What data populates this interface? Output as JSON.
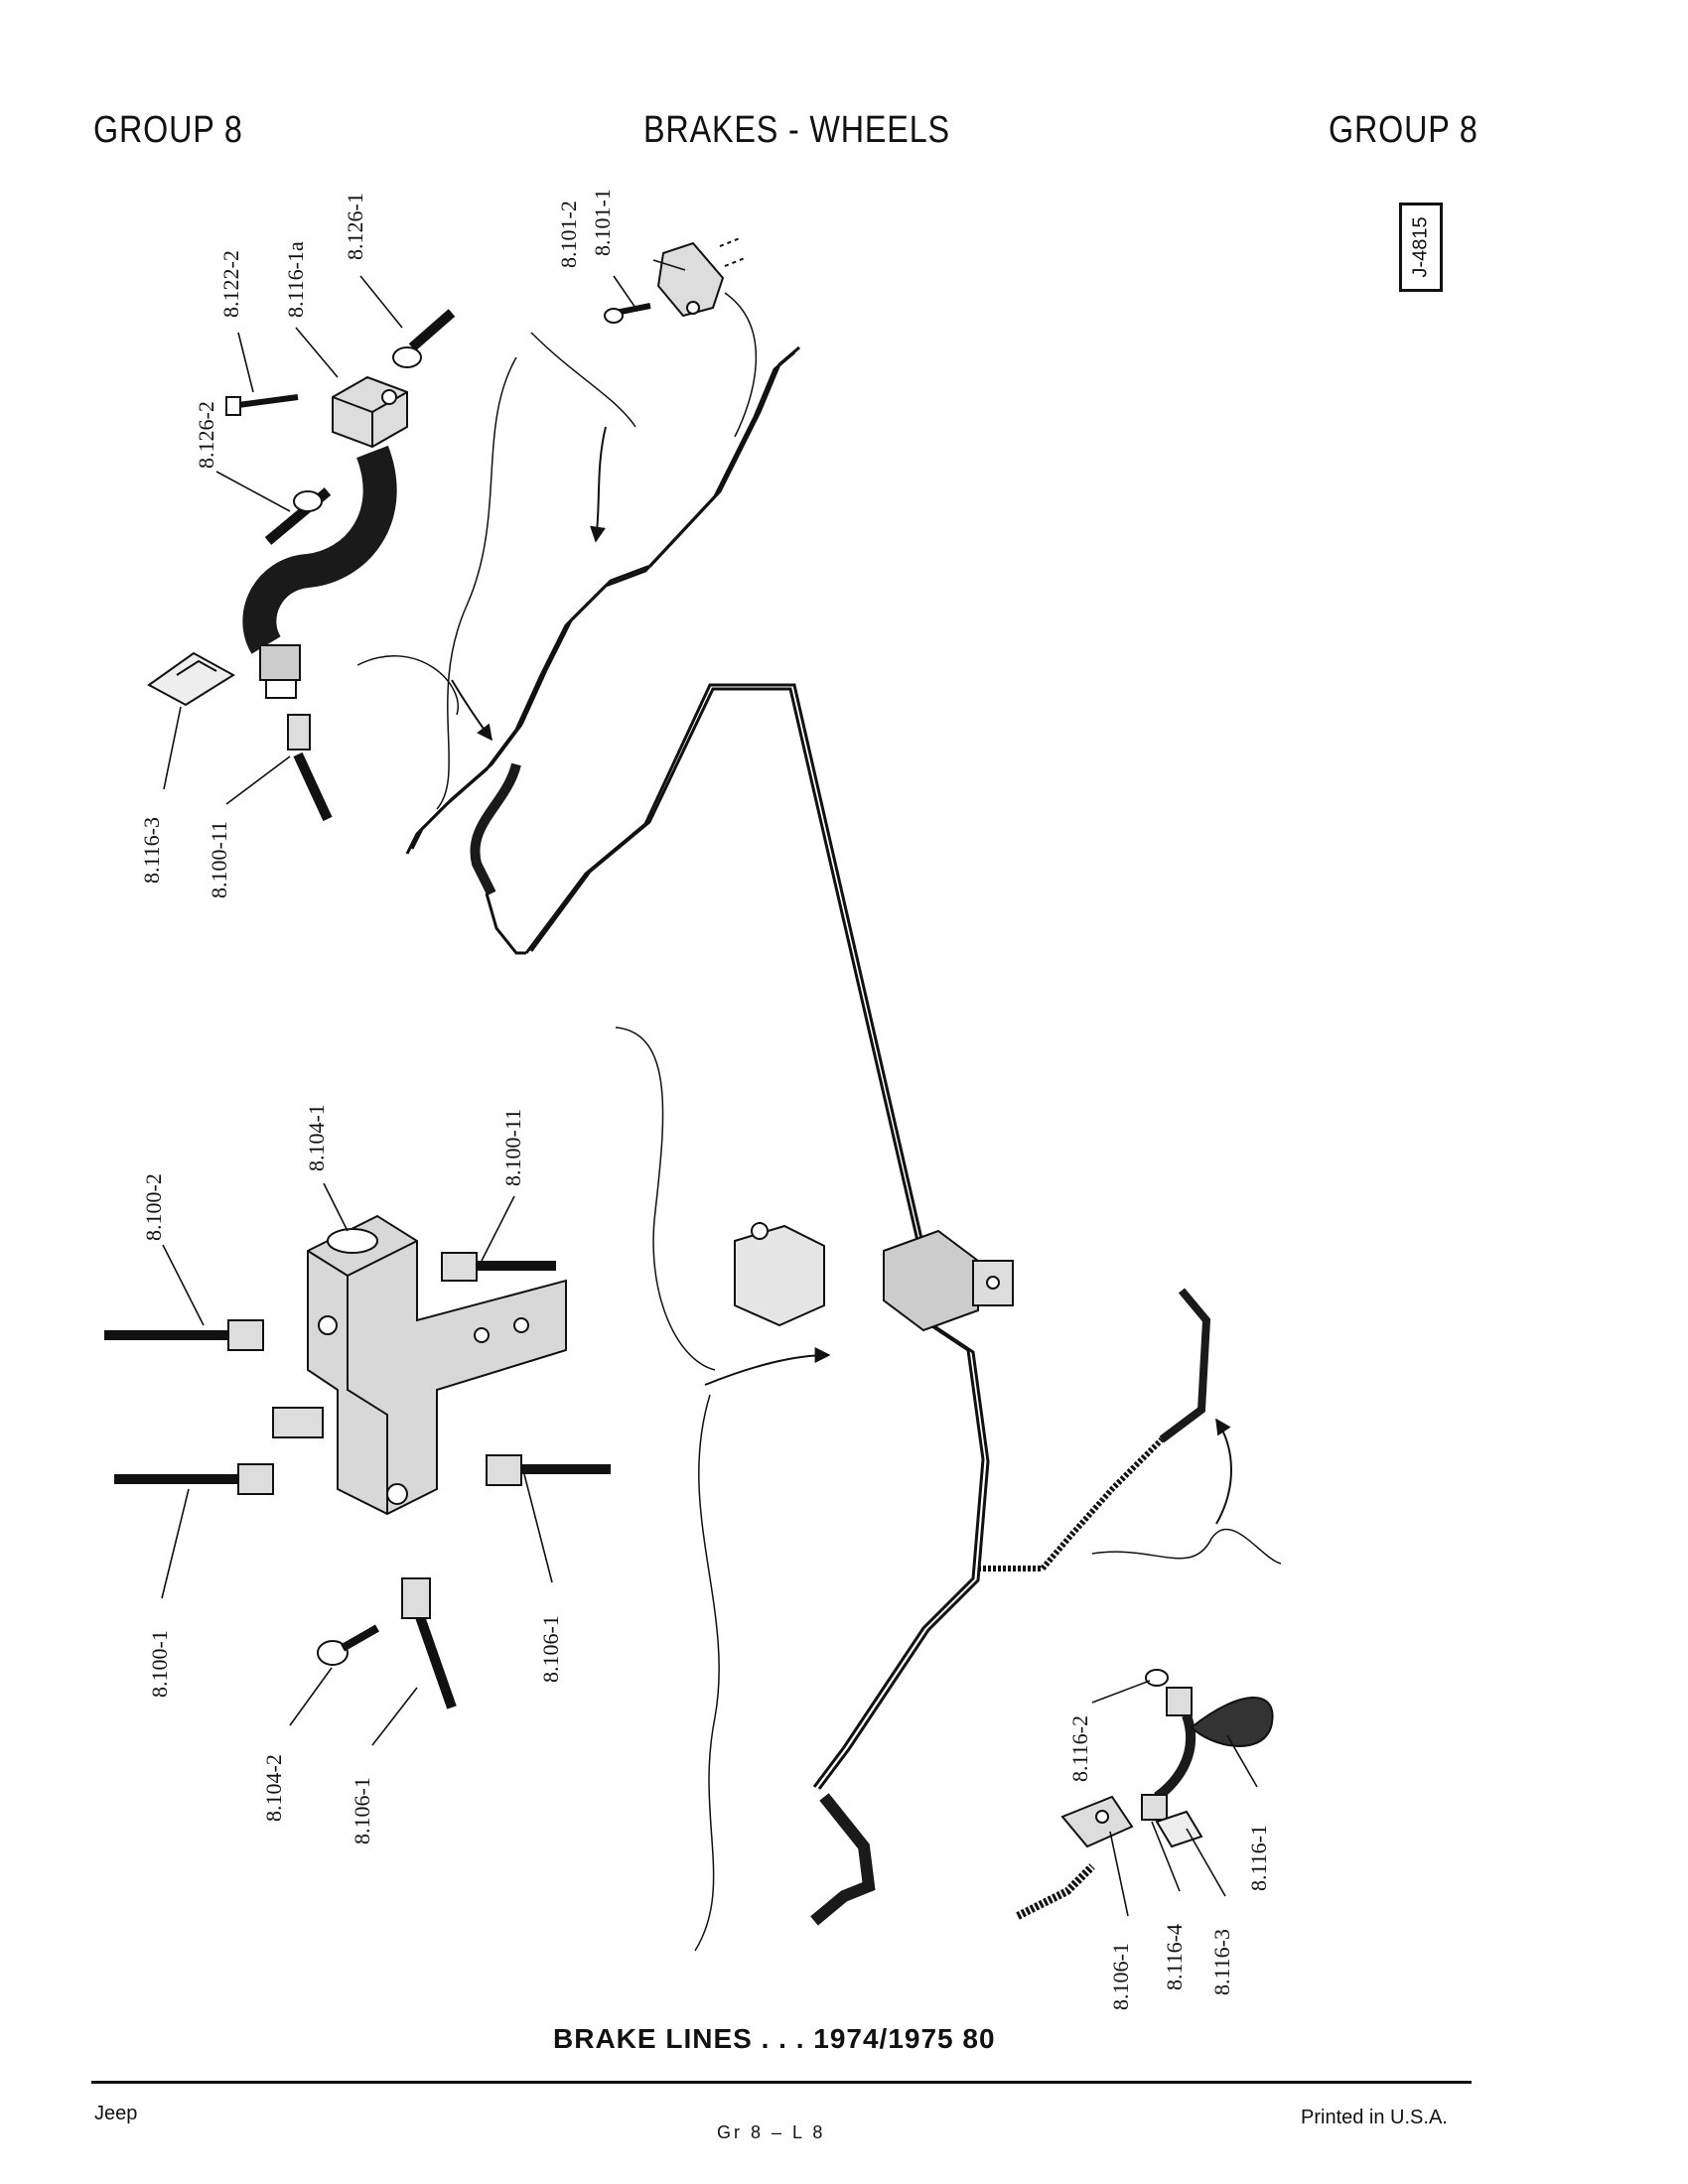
{
  "header": {
    "left": "GROUP 8",
    "center": "BRAKES - WHEELS",
    "right": "GROUP 8"
  },
  "reference_code": "J-4815",
  "labels": {
    "top_left": [
      "8.122-2",
      "8.116-1a",
      "8.126-1",
      "8.126-2",
      "8.116-3",
      "8.100-11"
    ],
    "top_center": [
      "8.101-2",
      "8.101-1"
    ],
    "middle_left": [
      "8.104-1",
      "8.100-11",
      "8.100-2",
      "8.100-1",
      "8.106-1",
      "8.104-2",
      "8.106-1"
    ],
    "bottom_right": [
      "8.116-2",
      "8.116-1",
      "8.106-1",
      "8.116-4",
      "8.116-3"
    ]
  },
  "caption": "BRAKE LINES . . . 1974/1975 80",
  "footer": {
    "left": "Jeep",
    "center": "Gr 8 – L 8",
    "right": "Printed in U.S.A."
  }
}
